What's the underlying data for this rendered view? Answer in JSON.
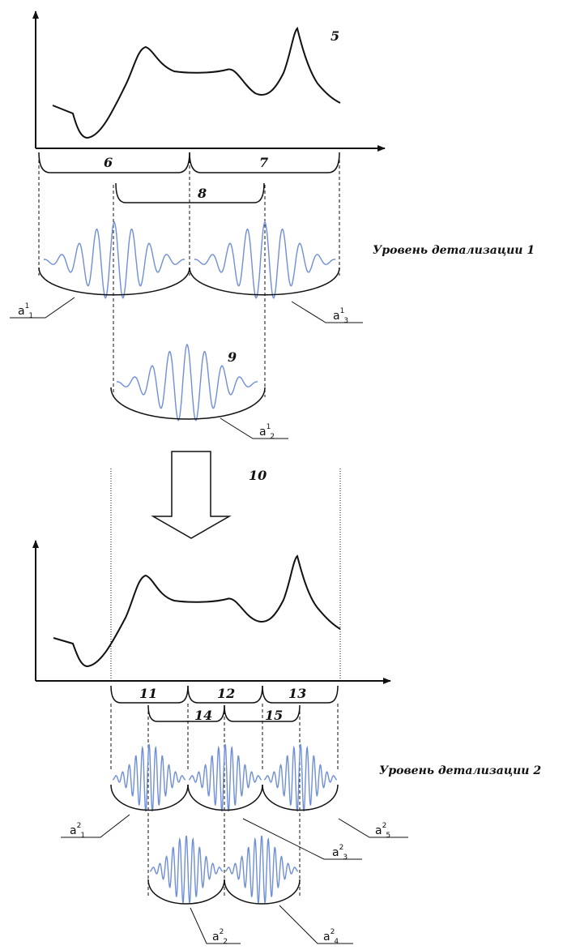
{
  "labels": {
    "signal_top": "5",
    "window_1": "6",
    "window_2": "7",
    "window_overlap": "8",
    "wavelet_overlap": "9",
    "transition": "10",
    "window_l2_1": "11",
    "window_l2_2": "12",
    "window_l2_3": "13",
    "window_l2_overlap_1": "14",
    "window_l2_overlap_2": "15"
  },
  "levels": {
    "level_1": "Уровень детализации 1",
    "level_2": "Уровень детализации 2"
  },
  "coefficients": {
    "a1_1": {
      "base": "a",
      "sup": "1",
      "sub": "1"
    },
    "a1_2": {
      "base": "a",
      "sup": "1",
      "sub": "2"
    },
    "a1_3": {
      "base": "a",
      "sup": "1",
      "sub": "3"
    },
    "a2_1": {
      "base": "a",
      "sup": "2",
      "sub": "1"
    },
    "a2_2": {
      "base": "a",
      "sup": "2",
      "sub": "2"
    },
    "a2_3": {
      "base": "a",
      "sup": "2",
      "sub": "3"
    },
    "a2_4": {
      "base": "a",
      "sup": "2",
      "sub": "4"
    },
    "a2_5": {
      "base": "a",
      "sup": "2",
      "sub": "5"
    }
  },
  "colors": {
    "wavelet": "#6f8fd6",
    "line": "#111111"
  }
}
